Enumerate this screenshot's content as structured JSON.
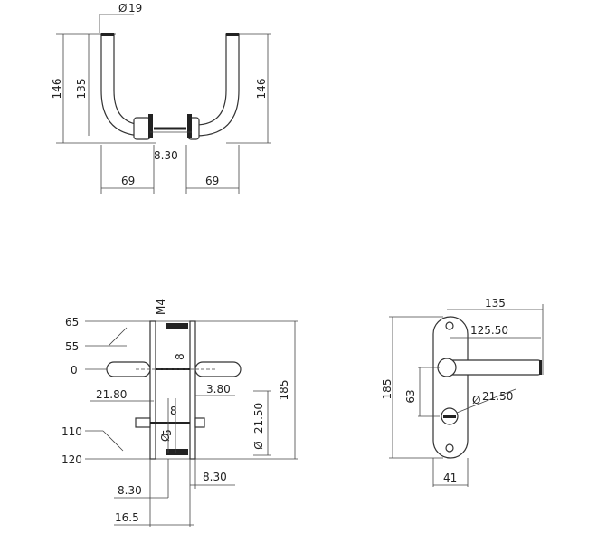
{
  "top_view": {
    "diameter": "19",
    "height_outer_left": "146",
    "height_inner": "135",
    "height_outer_right": "146",
    "spindle": "8.30",
    "offset_left": "69",
    "offset_right": "69"
  },
  "side_view": {
    "thread": "M4",
    "levels": [
      "65",
      "55",
      "0",
      "110",
      "120"
    ],
    "left_offset": "21.80",
    "right_offset": "3.80",
    "spindle_top": "8",
    "spindle_bottom": "8",
    "pin_diameter": "5",
    "rose_diameter": "21.50",
    "plate_height": "185",
    "bottom_left": "8.30",
    "bottom_right": "8.30",
    "total_depth": "16.5"
  },
  "front_view": {
    "width_total": "135",
    "lever_length": "125.50",
    "plate_height": "185",
    "center_distance": "63",
    "rose_diameter": "21.50",
    "plate_width": "41"
  },
  "symbols": {
    "diameter_sign": "Ø"
  }
}
